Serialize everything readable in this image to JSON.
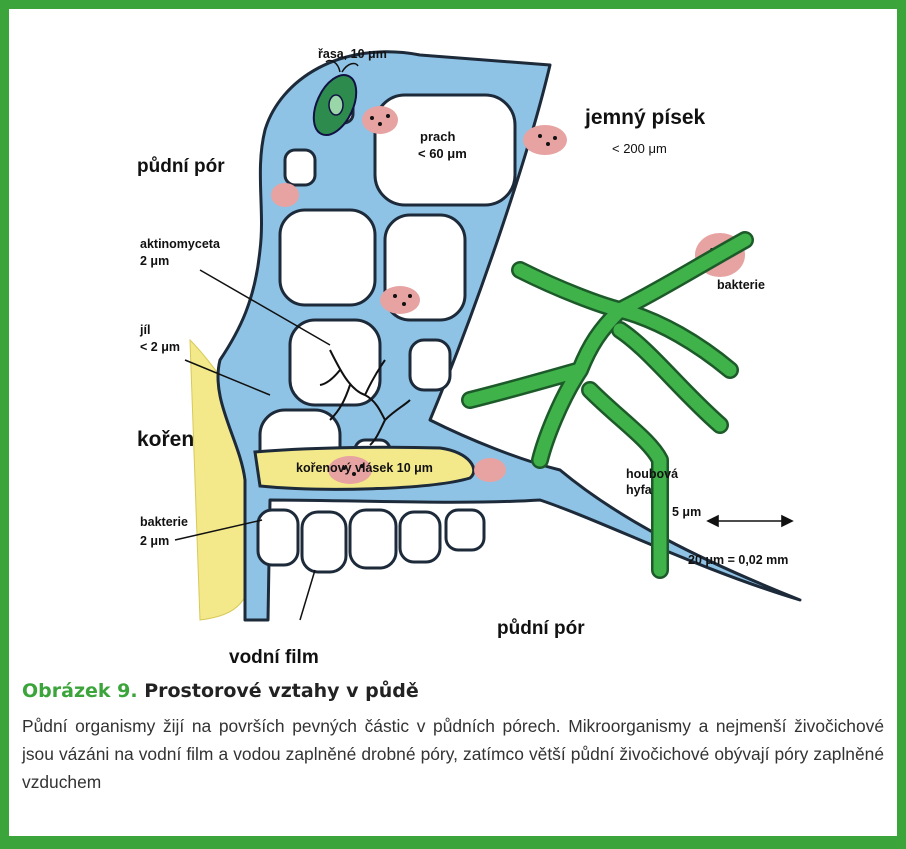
{
  "colors": {
    "frame": "#3ba43b",
    "water": "#8fc3e6",
    "root": "#f3e98a",
    "hypha": "#3fb24a",
    "bacteria": "#e7a2a2"
  },
  "labels": {
    "rasa": "řasa, 10 μm",
    "jemny_pisek": "jemný písek",
    "jemny_pisek_size": "< 200 μm",
    "prach": "prach",
    "prach_size": "< 60 μm",
    "pudni_por_top": "půdní pór",
    "aktinomyceta": "aktinomyceta",
    "aktinomyceta_size": "2 μm",
    "bakterie_right": "bakterie",
    "jil": "jíl",
    "jil_size": "< 2 μm",
    "koren": "kořen",
    "korenovy_vlasek": "kořenový vlásek 10 μm",
    "houbova": "houbová",
    "hyfa": "hyfa",
    "hyfa_size": "5 μm",
    "bakterie_left": "bakterie",
    "bakterie_left_size": "2 μm",
    "scale": "20 μm = 0,02 mm",
    "pudni_por_bottom": "půdní pór",
    "vodni_film": "vodní film"
  },
  "caption": {
    "figure_number": "Obrázek 9.",
    "title": "Prostorové vztahy v půdě",
    "text": "Půdní organismy žijí na površích pevných částic v půdních pórech. Mikroorganismy a nejmenší živočichové jsou vázáni na vodní film a vodou zaplněné drobné póry, zatímco větší půdní živočichové obývají póry zaplněné vzduchem"
  }
}
